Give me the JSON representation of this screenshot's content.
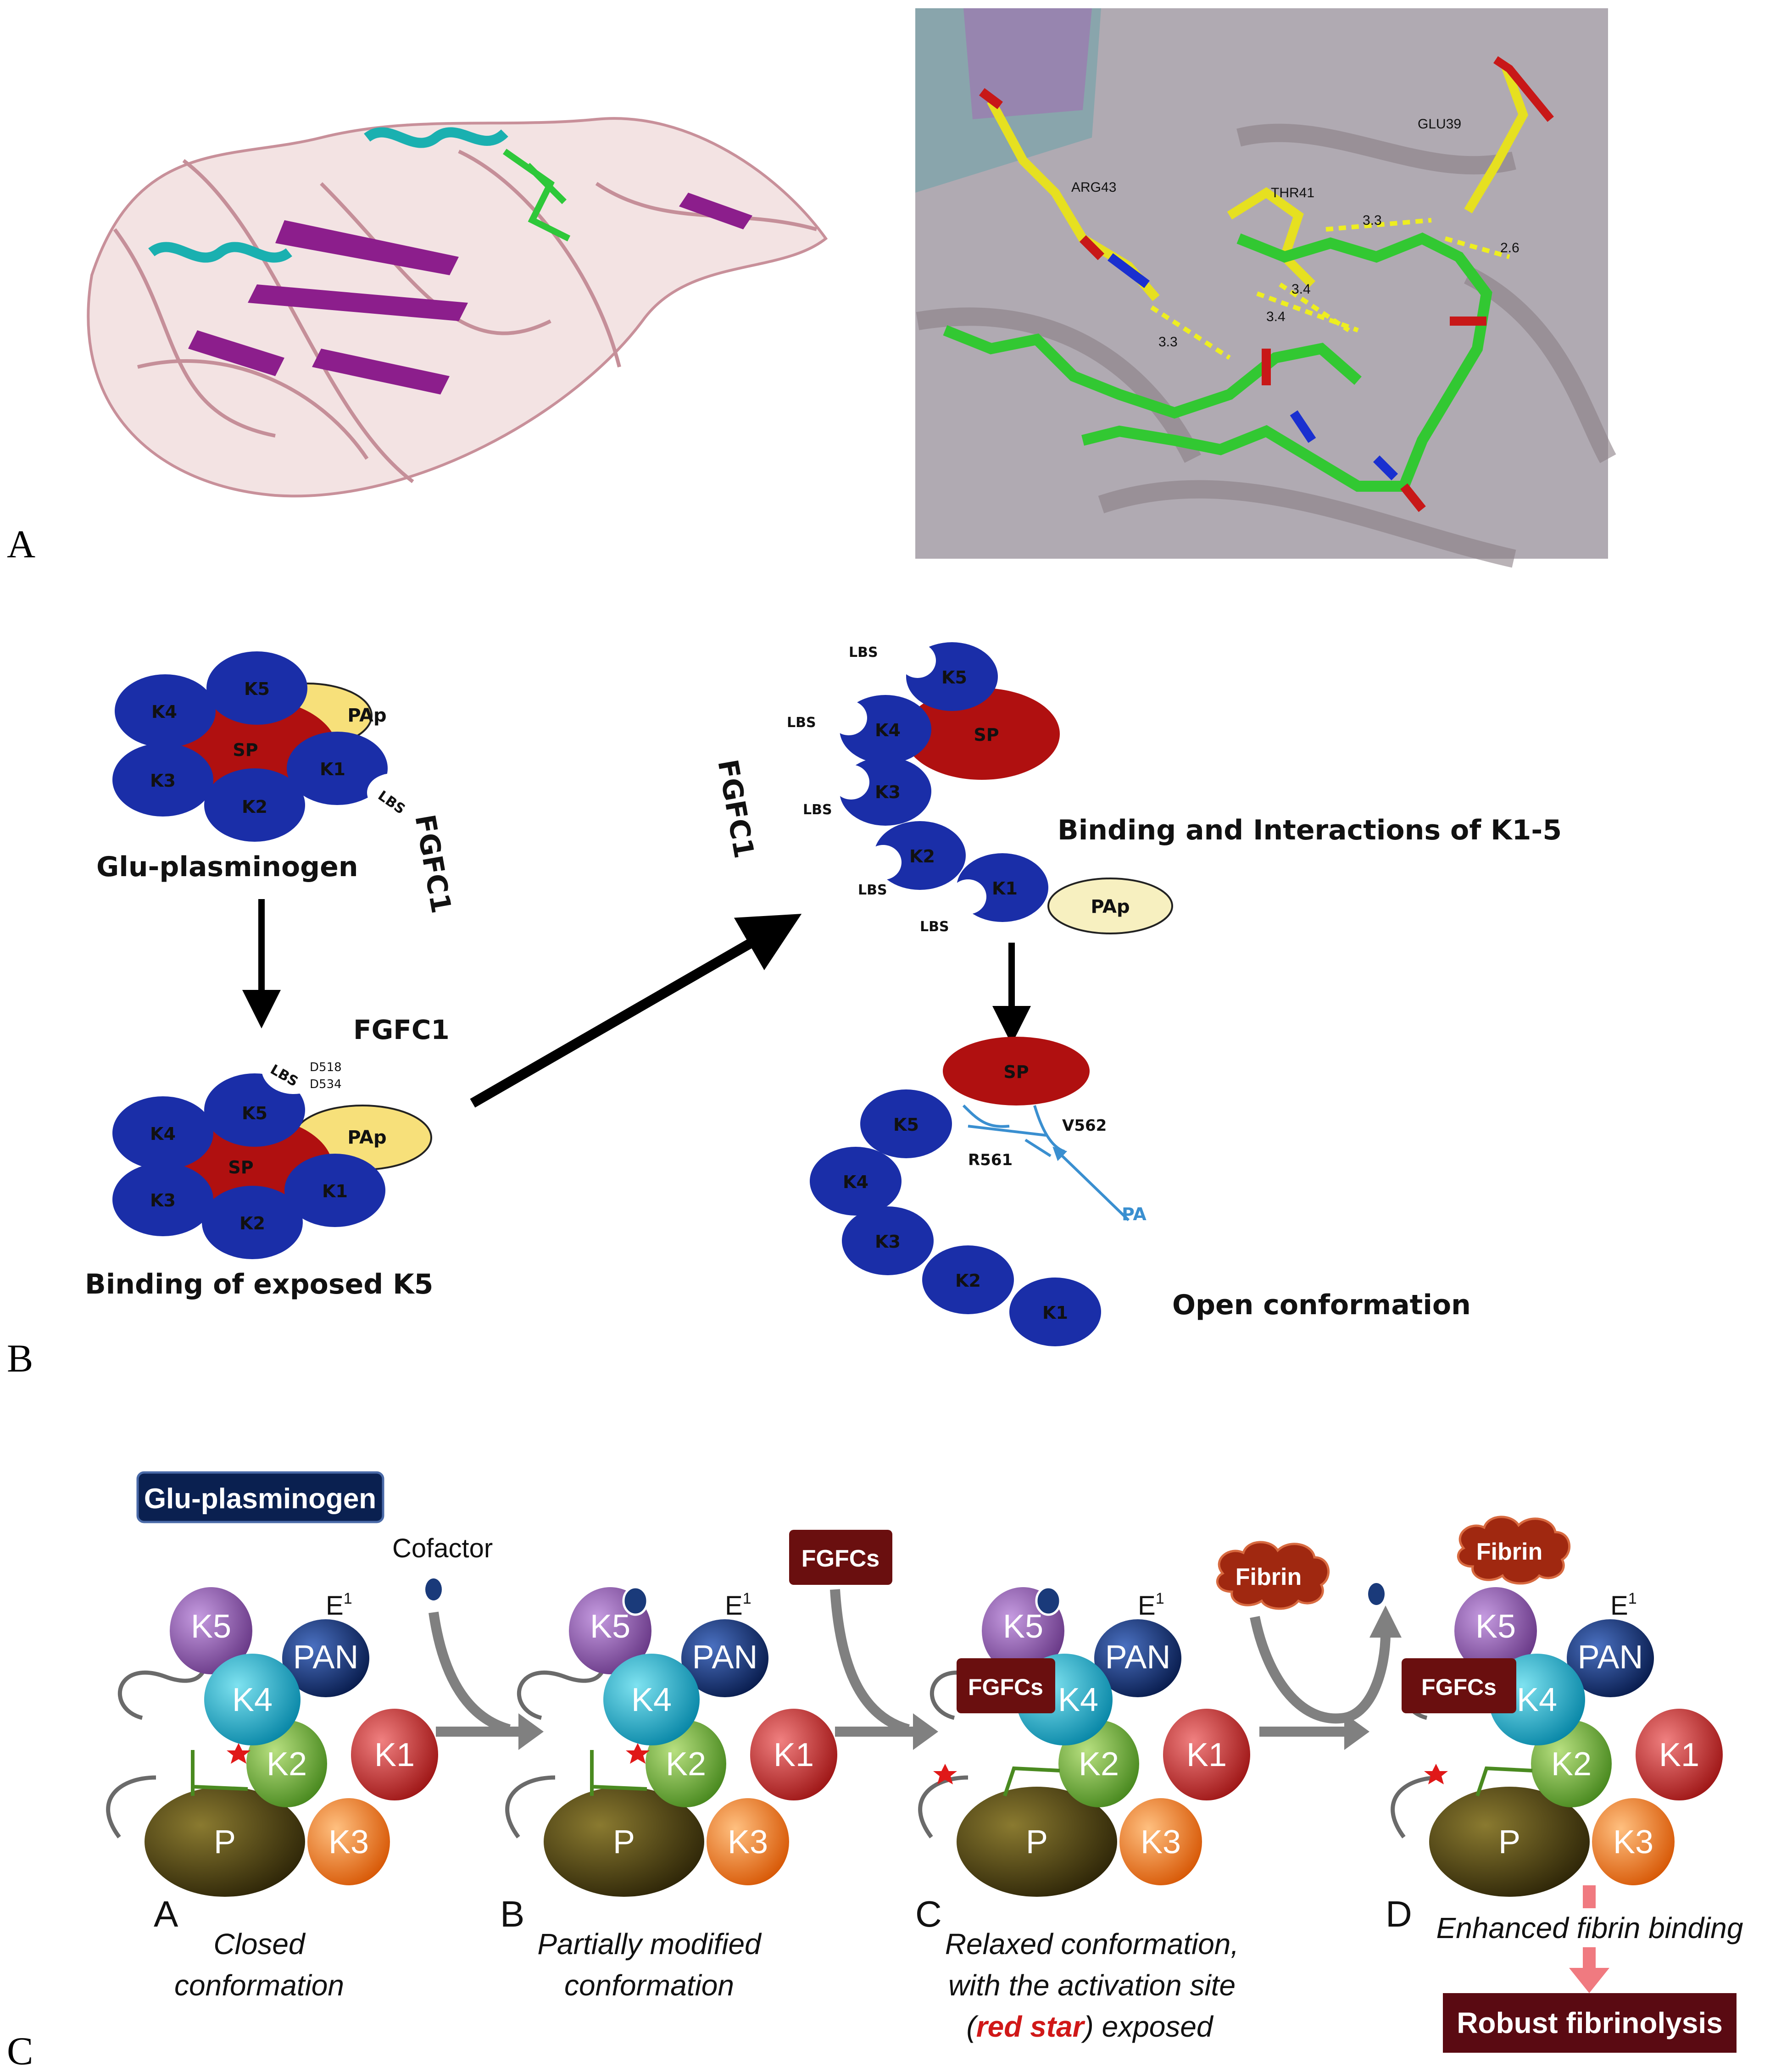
{
  "panel_letters": {
    "a": "A",
    "b": "B",
    "c": "C"
  },
  "panel_a": {
    "residues": {
      "arg": "ARG43",
      "thr": "THR41",
      "glu": "GLU39"
    },
    "distances": {
      "d1": "3.3",
      "d2": "2.6",
      "d3": "3.4",
      "d4": "3.4",
      "d5": "3.3"
    }
  },
  "panel_b": {
    "domain_labels": {
      "k1": "K1",
      "k2": "K2",
      "k3": "K3",
      "k4": "K4",
      "k5": "K5",
      "sp": "SP",
      "pap": "PAp",
      "lbs": "LBS"
    },
    "fgfc1": "FGFC1",
    "glu_plasminogen": "Glu-plasminogen",
    "binding_k5": "Binding of exposed K5",
    "binding_interactions": "Binding and Interactions of K1-5",
    "open_conformation": "Open conformation",
    "d518": "D518",
    "d534": "D534",
    "v562": "V562",
    "r561": "R561",
    "pa": "PA"
  },
  "panel_c": {
    "glu_plasminogen": "Glu-plasminogen",
    "cofactor": "Cofactor",
    "fgfcs": "FGFCs",
    "fibrin": "Fibrin",
    "domains": {
      "k1": "K1",
      "k2": "K2",
      "k3": "K3",
      "k4": "K4",
      "k5": "K5",
      "pan": "PAN",
      "p": "P",
      "e": "E",
      "e_sup": "1"
    },
    "stages": [
      {
        "letter": "A",
        "line1": "Closed",
        "line2": "conformation"
      },
      {
        "letter": "B",
        "line1": "Partially modified",
        "line2": "conformation"
      },
      {
        "letter": "C",
        "line1": "Relaxed conformation,",
        "line2": "with the activation site",
        "line3_pre": "(",
        "line3_em": "red star",
        "line3_post": ") exposed"
      },
      {
        "letter": "D",
        "line1": "Enhanced fibrin binding"
      }
    ],
    "robust": "Robust fibrinolysis"
  },
  "colors": {
    "kringle_blue": "#1a2ea8",
    "sp_red": "#b01010",
    "pap_yellow": "#f7e07a",
    "k5_purple": "#8a5aa8",
    "k4_cyan": "#1ab0c8",
    "k2_green": "#7ab040",
    "k1_red": "#c83030",
    "k3_orange": "#f07a20",
    "p_olive": "#4a3e10",
    "pan_navy": "#1a3a7a",
    "fgfc_box": "#6a0f0f"
  }
}
